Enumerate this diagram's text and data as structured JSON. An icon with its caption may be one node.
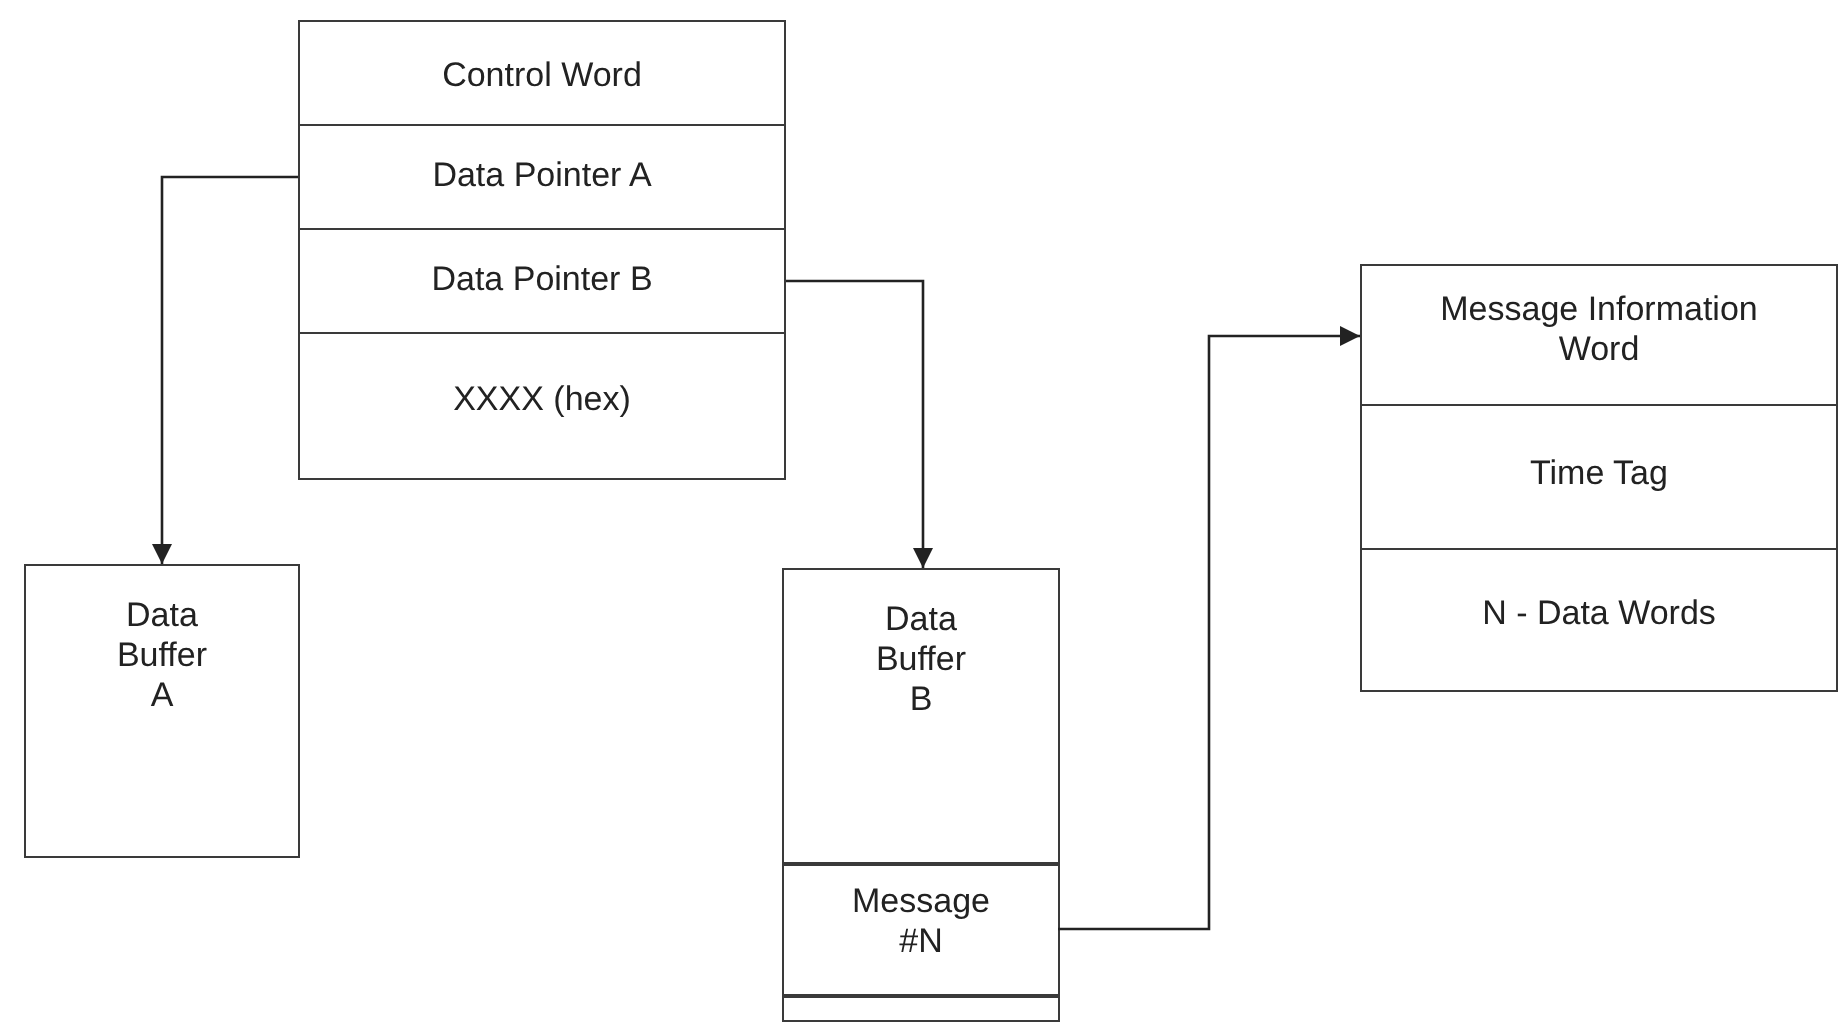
{
  "diagram": {
    "nodes": [
      {
        "text": [
          "Control Word"
        ]
      },
      {
        "text": [
          "Data Pointer A"
        ]
      },
      {
        "text": [
          "Data Pointer B"
        ]
      },
      {
        "text": [
          "XXXX (hex)"
        ]
      },
      {
        "text": [
          "Data Buffer A"
        ]
      },
      {
        "text": [
          "Data Buffer B"
        ]
      },
      {
        "text": [
          "Message #N"
        ],
        "in": 5
      },
      {
        "text": [],
        "shape": "box",
        "in": 5
      },
      {
        "text": [
          "Message Information Word"
        ]
      },
      {
        "text": [
          "Time Tag"
        ]
      },
      {
        "text": [
          "N - Data Words"
        ]
      }
    ],
    "edges": [
      {
        "from": 1,
        "to": 4,
        "arrow": "to"
      },
      {
        "from": 2,
        "to": 5,
        "arrow": "to"
      },
      {
        "from": 6,
        "to": 8,
        "arrow": "to"
      }
    ]
  }
}
